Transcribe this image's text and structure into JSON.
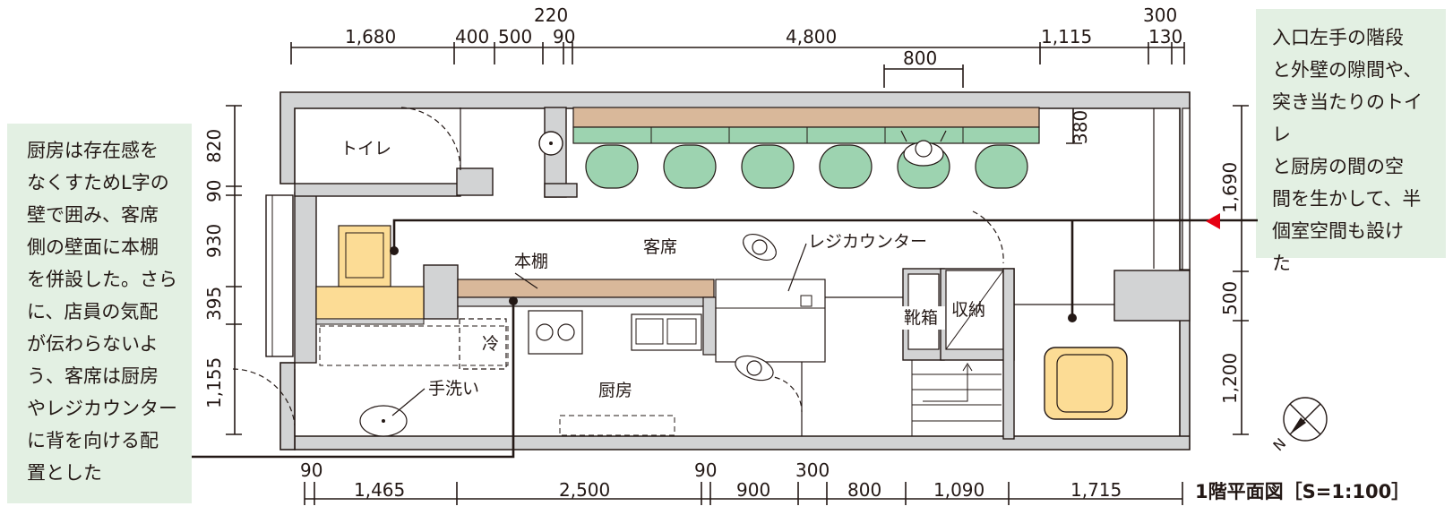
{
  "notes": {
    "left": "厨房は存在感を\nなくすためL字の\n壁で囲み、客席\n側の壁面に本棚\nを併設した。さら\nに、店員の気配\nが伝わらないよ\nう、客席は厨房\nやレジカウンター\nに背を向ける配\n置とした",
    "right": "入口左手の階段\nと外壁の隙間や、\n突き当たりのトイレ\nと厨房の間の空\n間を生かして、半\n個室空間も設け\nた"
  },
  "plan_title": "1階平面図［S=1:100］",
  "room_labels": {
    "toilet": "トイレ",
    "seating": "客席",
    "bookshelf": "本棚",
    "register": "レジカウンター",
    "fridge": "冷",
    "handwash": "手洗い",
    "kitchen": "厨房",
    "shoe_box": "靴箱",
    "storage": "収納"
  },
  "dimensions": {
    "top_row": [
      "1,680",
      "400",
      "500",
      "90",
      "4,800",
      "1,115",
      "130"
    ],
    "top_upper": [
      "220",
      "300"
    ],
    "bar_depth": "800",
    "counter_depth": "380",
    "right_column": [
      "1,690",
      "500",
      "1,200"
    ],
    "left_column": [
      "820",
      "90",
      "930",
      "395",
      "1,155"
    ],
    "bottom_row": [
      "1,465",
      "2,500",
      "900",
      "800",
      "1,090",
      "1,715"
    ],
    "bottom_upper": [
      "90",
      "90",
      "300"
    ]
  },
  "colors": {
    "wall": "#d2d3d4",
    "wood": "#d9b89a",
    "seat": "#9dd3b0",
    "furniture": "#fcdc95",
    "note_bg": "#e3f0e3",
    "entry_arrow": "#e60012"
  }
}
